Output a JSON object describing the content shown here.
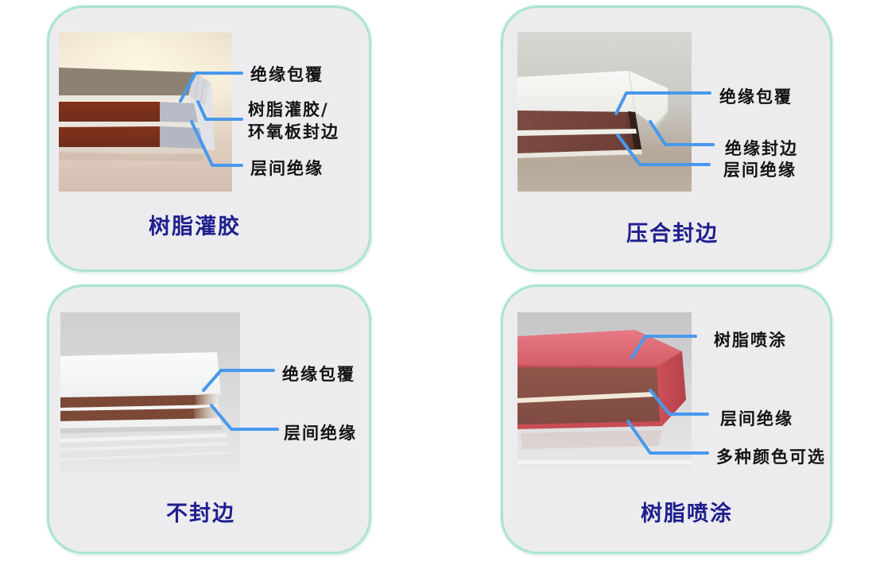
{
  "slide": {
    "background": "#FFFFFF",
    "description_visible_text_only": true
  },
  "theme": {
    "card_background": "#ECECEF",
    "card_border": "#ACE4D2",
    "callout_line_color": "#4899EC",
    "label_text_color": "#141414",
    "title_text_color": "#1F1F8E",
    "busbar_copper_red": "#7C341F",
    "busbar_maroon": "#7A4A41",
    "busbar_resin_red": "#C94D55",
    "epoxy_cap_gray": "#B6BBC5"
  },
  "cards": [
    {
      "title": "树脂灌胶",
      "image": "resin-potted-busbar-edge-photo",
      "labels": {
        "l1": "绝缘包覆",
        "l2": "树脂灌胶/\n环氧板封边",
        "l3": "层间绝缘"
      }
    },
    {
      "title": "压合封边",
      "image": "press-sealed-busbar-edge-photo",
      "labels": {
        "l1": "绝缘包覆",
        "l2": "绝缘封边",
        "l3": "层间绝缘"
      }
    },
    {
      "title": "不封边",
      "image": "unsealed-busbar-edge-photo",
      "labels": {
        "l1": "绝缘包覆",
        "l2": "层间绝缘"
      }
    },
    {
      "title": "树脂喷涂",
      "image": "resin-spray-coated-busbar-photo",
      "labels": {
        "l1": "树脂喷涂",
        "l2": "层间绝缘",
        "l3": "多种颜色可选"
      }
    }
  ]
}
